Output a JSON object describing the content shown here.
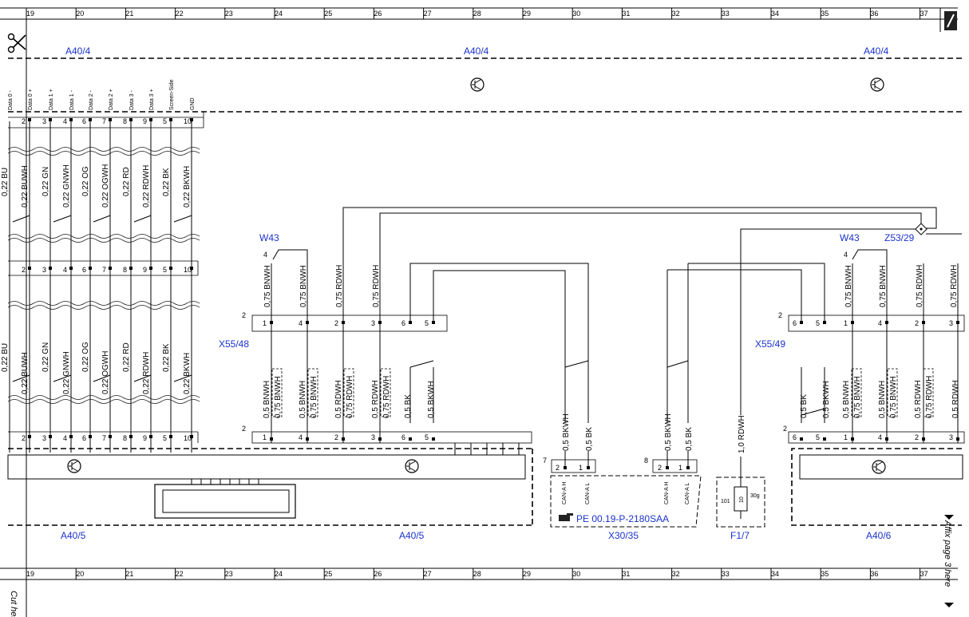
{
  "ruler": {
    "columns": [
      "19",
      "20",
      "21",
      "22",
      "23",
      "24",
      "25",
      "26",
      "27",
      "28",
      "29",
      "30",
      "31",
      "32",
      "33",
      "34",
      "35",
      "36",
      "37"
    ]
  },
  "margin": {
    "cut_here": "Cut here",
    "affix_page": "Affix page 3 here"
  },
  "components": {
    "a40_4": "A40/4",
    "a40_5": "A40/5",
    "a40_6": "A40/6",
    "w43": "W43",
    "z53_29": "Z53/29",
    "x55_48": "X55/48",
    "x55_49": "X55/49",
    "x30_35": "X30/35",
    "f1_7": "F1/7",
    "ref_link": "PE 00.19-P-2180SAA"
  },
  "signals": [
    "Data 0 -",
    "Data 0 +",
    "Data 1 +",
    "Data 1 -",
    "Data 2 -",
    "Data 2 +",
    "Data 3 -",
    "Data 3 +",
    "Screen-Side",
    "GND"
  ],
  "pins_top": [
    "2",
    "3",
    "4",
    "6",
    "7",
    "8",
    "9",
    "5",
    "10"
  ],
  "pins_mid": [
    "2",
    "3",
    "4",
    "6",
    "7",
    "8",
    "9",
    "5",
    "10"
  ],
  "wires_upper": [
    "0,22 BU",
    "0,22 BUWH",
    "0,22 GN",
    "0,22 GNWH",
    "0,22 OG",
    "0,22 OGWH",
    "0,22 RD",
    "0,22 RDWH",
    "0,22 BK",
    "0,22 BKWH"
  ],
  "wires_lower": [
    "0,22 BU",
    "0,22 BUWH",
    "0,22 GN",
    "0,22 GNWH",
    "0,22 OG",
    "0,22 OGWH",
    "0,22 RD",
    "0,22 RDWH",
    "0,22 BK",
    "0,22 BKWH"
  ],
  "x55_48_pins": [
    "1",
    "4",
    "2",
    "3",
    "6",
    "5"
  ],
  "x55_48_upper_wires": [
    "0,75 BNWH",
    "0,75 BNWH",
    "0,75 RDWH",
    "0,75 RDWH"
  ],
  "x55_48_lower_wires": [
    "0,5 BNWH",
    "0,75 BNWH",
    "0,5 BNWH",
    "0,75 BNWH",
    "0,5 RDWH",
    "0,75 RDWH",
    "0,5 RDWH",
    "0,75 RDWH",
    "0,5 BK",
    "0,5 BKWH"
  ],
  "x55_49_pins": [
    "6",
    "5",
    "1",
    "4",
    "2",
    "3"
  ],
  "x55_49_upper_wires": [
    "0,75 BNWH",
    "0,75 BNWH",
    "0,75 RDWH",
    "0,75 RDWH"
  ],
  "x55_49_lower_wires": [
    "0,5 BK",
    "0,5 BKWH",
    "0,5 BNWH",
    "0,75 BNWH",
    "0,5 BNWH",
    "0,75 BNWH",
    "0,5 RDWH",
    "0,75 RDWH",
    "0,5 RDWH"
  ],
  "connector_numbers": {
    "x55_48": "2",
    "x55_49": "2",
    "a40_5_conn": "2",
    "a40_6_conn": "2",
    "w43_pin": "4",
    "x30_35_left": "7",
    "x30_35_right": "8"
  },
  "x30_35_wires": [
    "0,5 BKWH",
    "0,5 BK",
    "0,5 BKWH",
    "0,5 BK"
  ],
  "x30_35_pins": [
    "2",
    "1",
    "2",
    "1"
  ],
  "can_labels": [
    "CAN-A H",
    "CAN-A L",
    "CAN-A H",
    "CAN-A L"
  ],
  "fuse": {
    "wire": "1,0 RDWH",
    "left": "101",
    "mid": "10",
    "right": "30g"
  }
}
